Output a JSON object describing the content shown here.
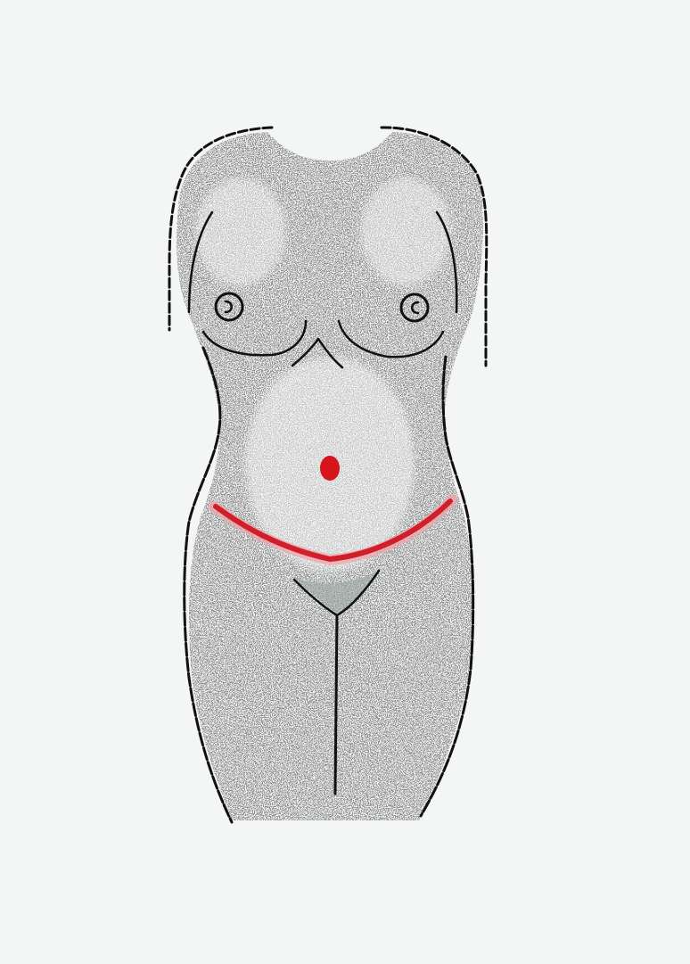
{
  "colors": {
    "background": "#f4f6f5",
    "outline": "#111111",
    "shading": "#6c6c6c",
    "incision_line": "#d11f2a",
    "incision_halo": "#f0a3a8",
    "umbilicus_marker": "#d8141c",
    "pubic_shading": "#9aa9a3"
  },
  "figure": {
    "subject": "female-torso-front-view",
    "annotations": [
      "umbilicus-marker",
      "lower-abdominal-incision-line"
    ]
  }
}
